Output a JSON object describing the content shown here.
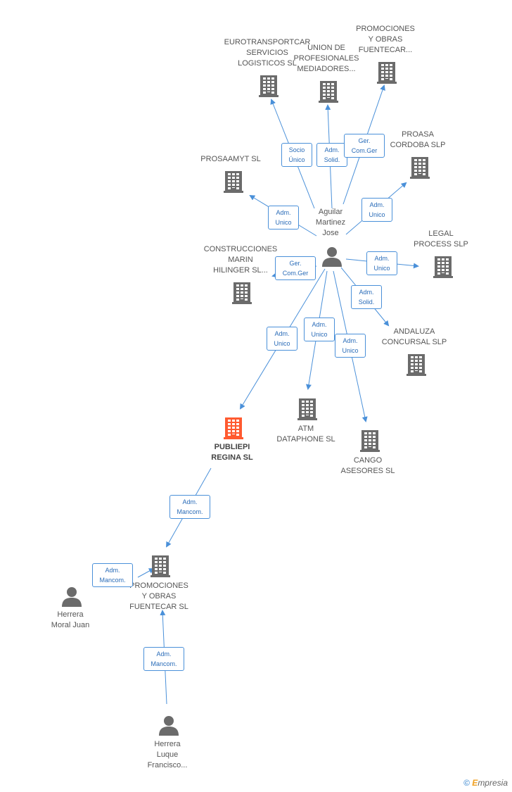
{
  "colors": {
    "edge": "#4a90d9",
    "icon": "#6b6b6b",
    "focus_icon": "#ff5a30"
  },
  "companies": [
    {
      "id": "eurotransportcar",
      "lines": [
        "EUROTRANSPORTCAR",
        "SERVICIOS",
        "LOGISTICOS  SL"
      ],
      "icon": "building-icon"
    },
    {
      "id": "union_profesionales",
      "lines": [
        "UNION DE",
        "PROFESIONALES",
        "MEDIADORES..."
      ],
      "icon": "building-icon"
    },
    {
      "id": "promociones_top",
      "lines": [
        "PROMOCIONES",
        "Y OBRAS",
        "FUENTECAR..."
      ],
      "icon": "building-icon"
    },
    {
      "id": "proasa",
      "lines": [
        "PROASA",
        "CORDOBA SLP"
      ],
      "icon": "building-icon"
    },
    {
      "id": "prosaamyt",
      "lines": [
        "PROSAAMYT  SL"
      ],
      "icon": "building-icon"
    },
    {
      "id": "legal_process",
      "lines": [
        "LEGAL",
        "PROCESS SLP"
      ],
      "icon": "building-icon"
    },
    {
      "id": "construcciones",
      "lines": [
        "CONSTRUCCIONES",
        "MARIN",
        "HILINGER SL..."
      ],
      "icon": "building-icon"
    },
    {
      "id": "andaluza",
      "lines": [
        "ANDALUZA",
        "CONCURSAL SLP"
      ],
      "icon": "building-icon"
    },
    {
      "id": "atm",
      "lines": [
        "ATM",
        "DATAPHONE SL"
      ],
      "icon": "building-icon"
    },
    {
      "id": "cango",
      "lines": [
        "CANGO",
        "ASESORES  SL"
      ],
      "icon": "building-icon"
    },
    {
      "id": "publiepi",
      "lines": [
        "PUBLIEPI",
        "REGINA SL"
      ],
      "icon": "building-icon",
      "focus": true
    },
    {
      "id": "promociones_bottom",
      "lines": [
        "PROMOCIONES",
        "Y OBRAS",
        "FUENTECAR SL"
      ],
      "icon": "building-icon"
    }
  ],
  "persons": [
    {
      "id": "aguilar",
      "lines": [
        "Aguilar",
        "Martinez",
        "Jose"
      ],
      "icon": "person-icon"
    },
    {
      "id": "herrera_juan",
      "lines": [
        "Herrera",
        "Moral Juan"
      ],
      "icon": "person-icon"
    },
    {
      "id": "herrera_francisco",
      "lines": [
        "Herrera",
        "Luque",
        "Francisco..."
      ],
      "icon": "person-icon"
    }
  ],
  "relations": [
    {
      "id": "r1",
      "lines": [
        "Socio",
        "Único"
      ]
    },
    {
      "id": "r2",
      "lines": [
        "Adm.",
        "Solid."
      ]
    },
    {
      "id": "r3",
      "lines": [
        "Ger.",
        "Com.Ger"
      ]
    },
    {
      "id": "r4",
      "lines": [
        "Adm.",
        "Unico"
      ]
    },
    {
      "id": "r5",
      "lines": [
        "Adm.",
        "Unico"
      ]
    },
    {
      "id": "r6",
      "lines": [
        "Adm.",
        "Unico"
      ]
    },
    {
      "id": "r7",
      "lines": [
        "Ger.",
        "Com.Ger"
      ]
    },
    {
      "id": "r8",
      "lines": [
        "Adm.",
        "Solid."
      ]
    },
    {
      "id": "r9",
      "lines": [
        "Adm.",
        "Unico"
      ]
    },
    {
      "id": "r10",
      "lines": [
        "Adm.",
        "Unico"
      ]
    },
    {
      "id": "r11",
      "lines": [
        "Adm.",
        "Unico"
      ]
    },
    {
      "id": "r12",
      "lines": [
        "Adm.",
        "Mancom."
      ]
    },
    {
      "id": "r13",
      "lines": [
        "Adm.",
        "Mancom."
      ]
    },
    {
      "id": "r14",
      "lines": [
        "Adm.",
        "Mancom."
      ]
    }
  ],
  "watermark": {
    "symbol": "©",
    "brand_initial": "E",
    "brand_rest": "mpresia"
  }
}
